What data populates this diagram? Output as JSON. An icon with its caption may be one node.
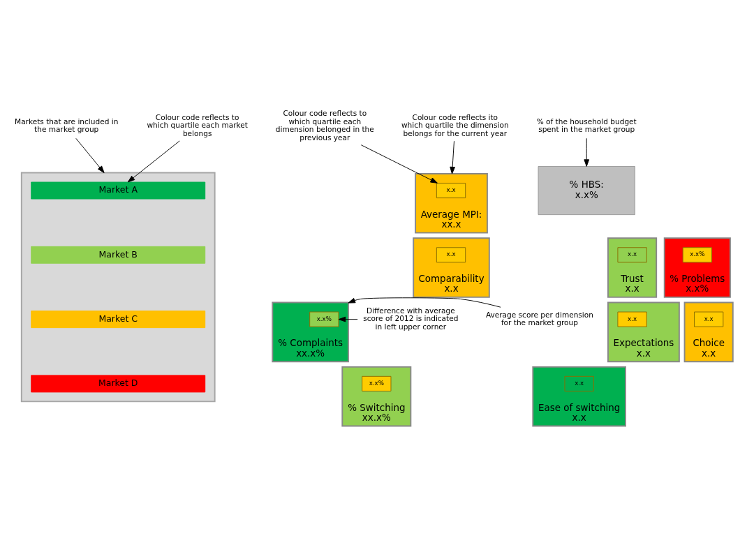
{
  "diagram": {
    "nodes": [
      {
        "text": [
          "Markets that are included in the market group"
        ]
      },
      {
        "text": [
          "Colour code reflects to which quartile each market belongs"
        ]
      },
      {
        "text": [
          "Colour code reflects to which quartile each dimension belonged in the previous year"
        ]
      },
      {
        "text": [
          "Colour code reflects ito which quartile the dimension belongs for the current year"
        ]
      },
      {
        "text": [
          "% of the household budget spent in the market group"
        ]
      },
      {
        "text": [],
        "shape": "box"
      },
      {
        "text": [
          "Market A"
        ],
        "in": 5
      },
      {
        "text": [
          "Market B"
        ],
        "in": 5
      },
      {
        "text": [
          "Market C"
        ],
        "in": 5
      },
      {
        "text": [
          "Market D"
        ],
        "in": 5
      },
      {
        "text": [
          "Average MPI:",
          "xx.x"
        ]
      },
      {
        "text": [
          "x.x"
        ],
        "in": 10
      },
      {
        "text": [
          "% HBS:",
          "x.x%"
        ]
      },
      {
        "text": [
          "Comparability",
          "x.x"
        ]
      },
      {
        "text": [
          "x.x"
        ],
        "in": 13
      },
      {
        "text": [
          "Trust",
          "x.x"
        ]
      },
      {
        "text": [
          "x.x"
        ],
        "in": 15
      },
      {
        "text": [
          "% Problems",
          "x.x%"
        ]
      },
      {
        "text": [
          "x.x%"
        ],
        "in": 17
      },
      {
        "text": [
          "% Complaints",
          "xx.x%"
        ]
      },
      {
        "text": [
          "x.x%"
        ],
        "in": 19
      },
      {
        "text": [
          "Expectations",
          "x.x"
        ]
      },
      {
        "text": [
          "x.x"
        ],
        "in": 21
      },
      {
        "text": [
          "Choice",
          "x.x"
        ]
      },
      {
        "text": [
          "x.x"
        ],
        "in": 23
      },
      {
        "text": [
          "% Switching",
          "xx.x%"
        ]
      },
      {
        "text": [
          "x.x%"
        ],
        "in": 25
      },
      {
        "text": [
          "Ease of switching",
          "x.x"
        ]
      },
      {
        "text": [
          "x.x"
        ],
        "in": 27
      },
      {
        "text": [
          "Difference with average score of 2012 is indicated in left upper corner"
        ]
      },
      {
        "text": [
          "Average score per dimension for the market group"
        ]
      }
    ],
    "edges": [
      {
        "from": 0,
        "to": 5,
        "arrow": "to"
      },
      {
        "from": 1,
        "to": 6,
        "arrow": "to"
      },
      {
        "from": 2,
        "to": 11,
        "arrow": "to"
      },
      {
        "from": 3,
        "to": 10,
        "arrow": "to"
      },
      {
        "from": 4,
        "to": 12,
        "arrow": "to"
      },
      {
        "from": 29,
        "to": 20,
        "arrow": "to"
      },
      {
        "from": 30,
        "to": 19,
        "arrow": "to"
      }
    ]
  }
}
